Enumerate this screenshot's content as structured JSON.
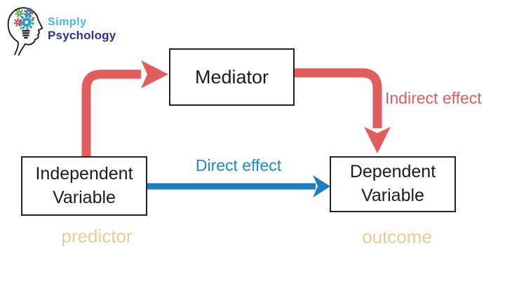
{
  "logo": {
    "brand_line1": "Simply",
    "brand_line2": "Psychology",
    "brand_color_line1": "#47b7e9",
    "brand_color_line2": "#2d3192"
  },
  "diagram": {
    "boxes": {
      "mediator": {
        "label": "Mediator"
      },
      "independent": {
        "line1": "Independent",
        "line2": "Variable"
      },
      "dependent": {
        "line1": "Dependent",
        "line2": "Variable"
      }
    },
    "labels": {
      "direct_effect": {
        "text": "Direct effect",
        "color": "#1e88c9"
      },
      "indirect_effect": {
        "text": "Indirect effect",
        "color": "#d95f63"
      },
      "predictor": {
        "text": "predictor",
        "color": "#e5cd96"
      },
      "outcome": {
        "text": "outcome",
        "color": "#e5cd96"
      }
    },
    "colors": {
      "indirect_arrow": "#e05e5e",
      "direct_arrow": "#1a7fc1",
      "box_border": "#222222"
    }
  }
}
